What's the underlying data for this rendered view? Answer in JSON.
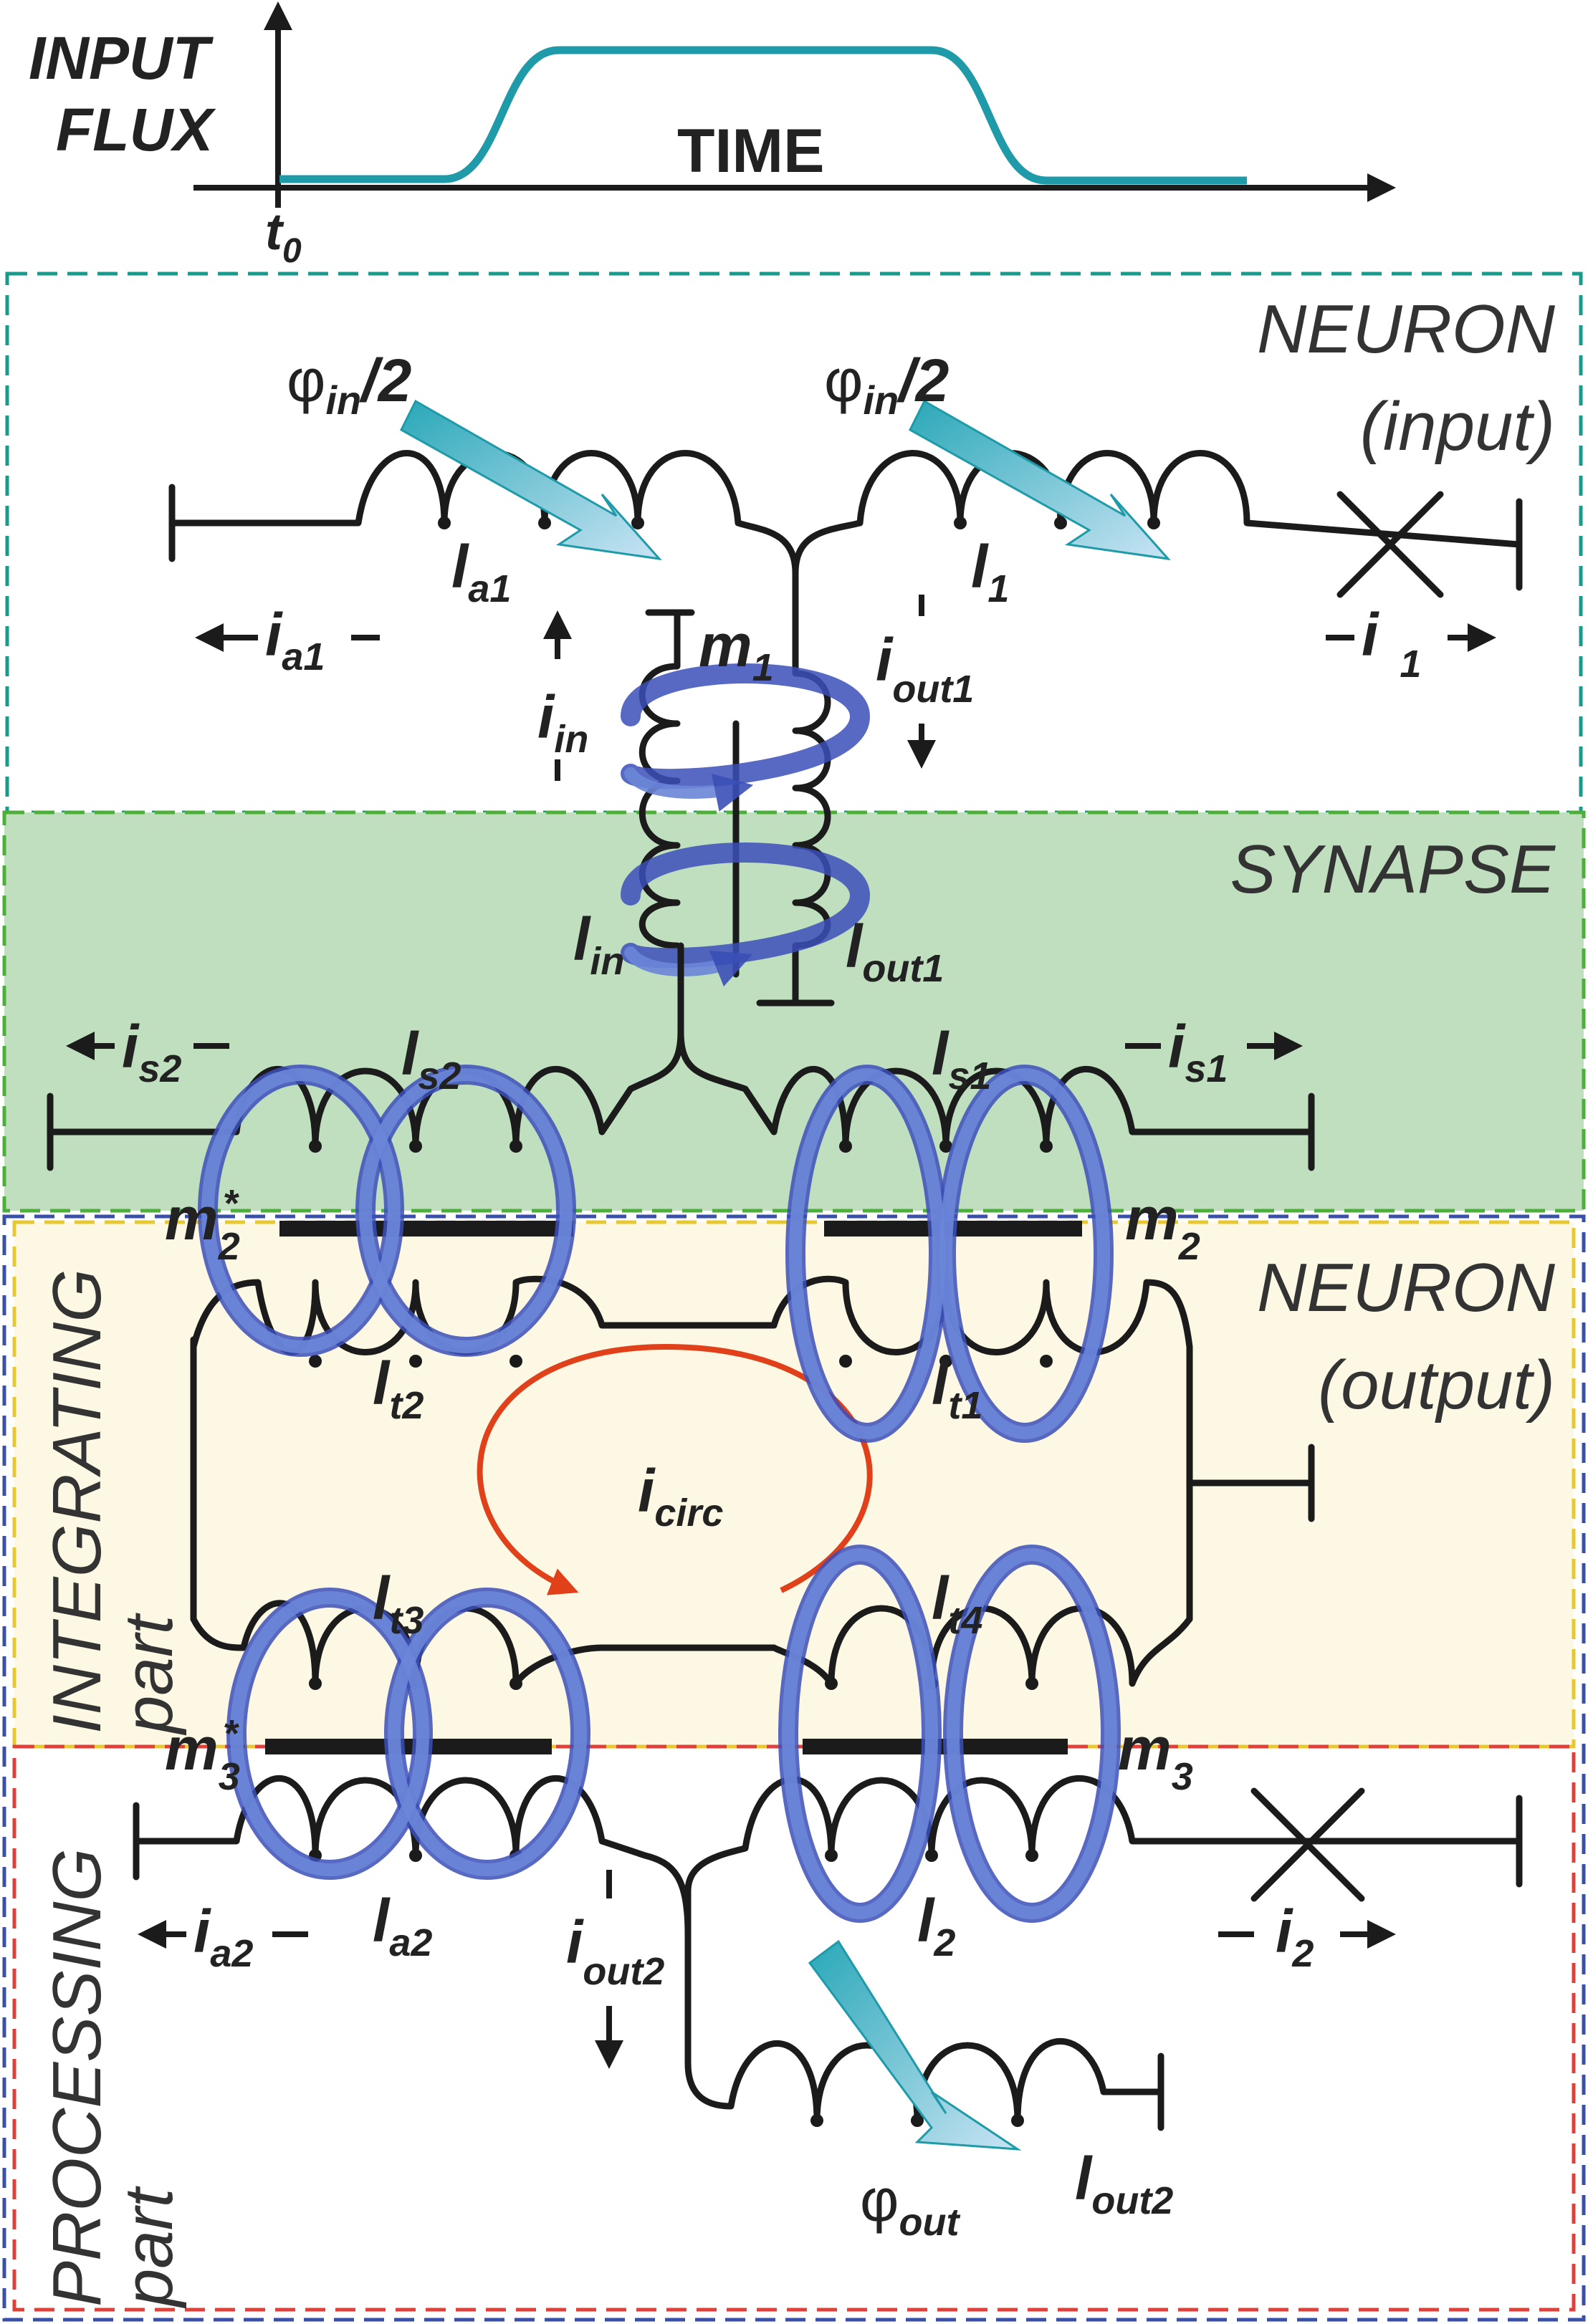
{
  "header": {
    "input_flux_line1": "INPUT",
    "input_flux_line2": "FLUX",
    "time_label": "TIME",
    "t0_base": "t",
    "t0_sub": "0"
  },
  "regions": {
    "neuron_input_line1": "NEURON",
    "neuron_input_line2": "(input)",
    "synapse": "SYNAPSE",
    "neuron_output_line1": "NEURON",
    "neuron_output_line2": "(output)",
    "integrating_line1": "INTEGRATING",
    "integrating_line2": "part",
    "processing_line1": "PROCESSING",
    "processing_line2": "part"
  },
  "labels": {
    "phi_in_left": {
      "base": "φ",
      "sub": "in",
      "tail": "/2"
    },
    "phi_in_right": {
      "base": "φ",
      "sub": "in",
      "tail": "/2"
    },
    "l_a1": {
      "base": "l",
      "sub": "a1"
    },
    "l_1": {
      "base": "l",
      "sub": "1"
    },
    "i_a1": {
      "base": "i",
      "sub": "a1"
    },
    "i_1": {
      "base": "i",
      "sub": "1"
    },
    "m_1": {
      "base": "m",
      "sub": "1"
    },
    "i_in": {
      "base": "i",
      "sub": "in"
    },
    "i_out1": {
      "base": "i",
      "sub": "out1"
    },
    "l_in": {
      "base": "l",
      "sub": "in"
    },
    "l_out1": {
      "base": "l",
      "sub": "out1"
    },
    "i_s2": {
      "base": "i",
      "sub": "s2"
    },
    "l_s2": {
      "base": "l",
      "sub": "s2"
    },
    "l_s1": {
      "base": "l",
      "sub": "s1"
    },
    "i_s1": {
      "base": "i",
      "sub": "s1"
    },
    "m_2_star": {
      "base": "m",
      "sub": "2",
      "sup": "*"
    },
    "m_2": {
      "base": "m",
      "sub": "2"
    },
    "l_t2": {
      "base": "l",
      "sub": "t2"
    },
    "l_t1": {
      "base": "l",
      "sub": "t1"
    },
    "i_circ": {
      "base": "i",
      "sub": "circ"
    },
    "l_t3": {
      "base": "l",
      "sub": "t3"
    },
    "l_t4": {
      "base": "l",
      "sub": "t4"
    },
    "m_3_star": {
      "base": "m",
      "sub": "3",
      "sup": "*"
    },
    "m_3": {
      "base": "m",
      "sub": "3"
    },
    "l_a2": {
      "base": "l",
      "sub": "a2"
    },
    "l_2": {
      "base": "l",
      "sub": "2"
    },
    "i_a2": {
      "base": "i",
      "sub": "a2"
    },
    "i_2": {
      "base": "i",
      "sub": "2"
    },
    "i_out2": {
      "base": "i",
      "sub": "out2"
    },
    "phi_out": {
      "base": "φ",
      "sub": "out"
    },
    "l_out2": {
      "base": "l",
      "sub": "out2"
    }
  },
  "colors": {
    "neuron_input_border": "#1a9a8a",
    "synapse_fill": "#bfdfbf",
    "synapse_border": "#4caf3a",
    "integrating_fill": "#fdf8e4",
    "integrating_border": "#e8c830",
    "processing_border": "#e0403a",
    "output_border": "#3a4fa8",
    "flux_curve": "#1f9aa8",
    "circulating_arrow": "#e0401a",
    "coil_loops": "#3b4fb8"
  }
}
